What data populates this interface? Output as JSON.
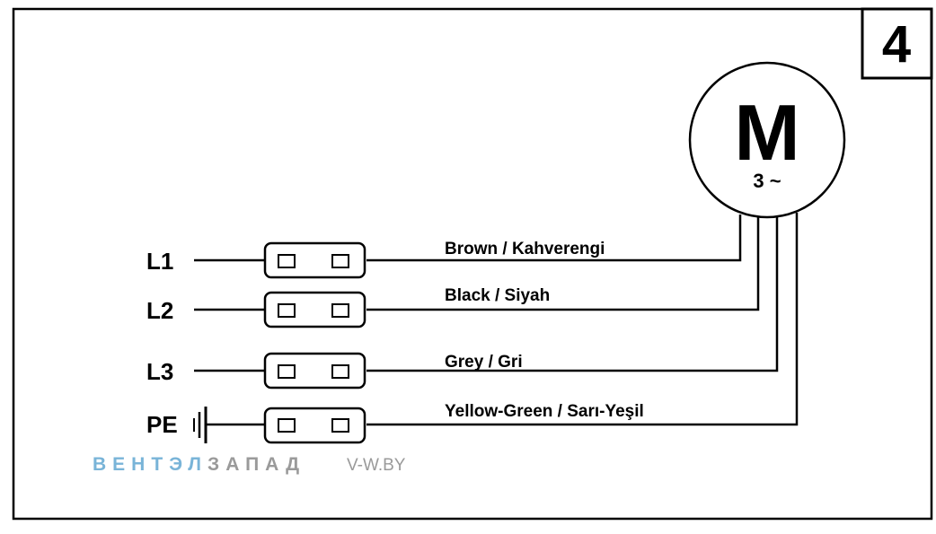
{
  "badge": {
    "number": "4"
  },
  "motor": {
    "symbol": "M",
    "phase": "3 ~"
  },
  "lines": [
    {
      "label": "L1",
      "wire": "Brown / Kahverengi"
    },
    {
      "label": "L2",
      "wire": "Black / Siyah"
    },
    {
      "label": "L3",
      "wire": "Grey / Gri"
    },
    {
      "label": "PE",
      "wire": "Yellow-Green / Sarı-Yeşil"
    }
  ],
  "watermark": {
    "brand_part1": "ВЕНТЭЛ",
    "brand_part2": "ЗАПАД",
    "site": "V-W.BY"
  }
}
